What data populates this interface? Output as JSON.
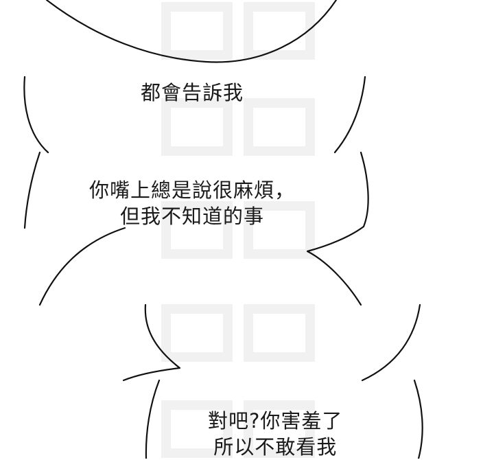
{
  "bubbles": [
    {
      "lines": []
    },
    {
      "lines": [
        "都會告訴我"
      ]
    },
    {
      "lines": [
        "你嘴上總是說很麻煩，",
        "但我不知道的事"
      ]
    },
    {
      "lines": []
    },
    {
      "lines": [
        "對吧?你害羞了",
        "所以不敢看我"
      ]
    }
  ]
}
